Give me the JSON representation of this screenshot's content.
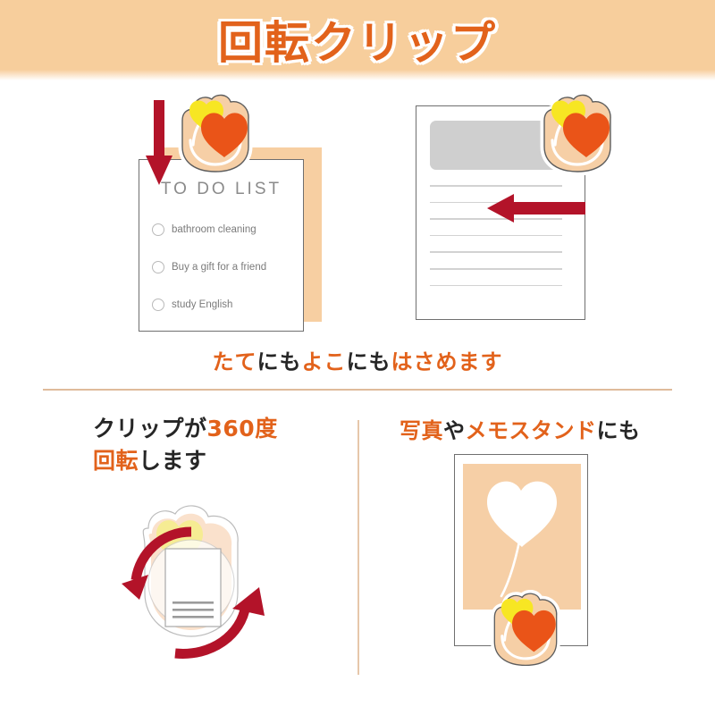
{
  "header": {
    "title": "回転クリップ",
    "bg_color": "#f7ce9c",
    "text_color": "#e2621b"
  },
  "top_section": {
    "todo_card": {
      "title": "TO DO LIST",
      "items": [
        {
          "label": "bathroom cleaning",
          "checked": false
        },
        {
          "label": "Buy a gift for a friend",
          "checked": false
        },
        {
          "label": "study English",
          "checked": false
        }
      ]
    },
    "document_card": {
      "block_label": "",
      "line_count": 7
    },
    "arrows": {
      "down_arrow": "arrow-down",
      "left_arrow": "arrow-left",
      "color": "#b31329"
    }
  },
  "caption_horizontal_vertical": {
    "part1": "たて",
    "part2": "にも",
    "part3": "よこ",
    "part4": "にも",
    "part5": "はさめます"
  },
  "bottom_left": {
    "heading_line1_a": "クリップが",
    "heading_line1_b": "360度",
    "heading_line2_a": "回転",
    "heading_line2_b": "します",
    "rotation_degrees": "360"
  },
  "bottom_right": {
    "heading_a": "写真",
    "heading_b": "や",
    "heading_c": "メモスタンド",
    "heading_d": "にも"
  },
  "colors": {
    "accent_orange": "#e2621b",
    "peach": "#f7ce9c",
    "dark_text": "#262626",
    "arrow_red": "#b31329",
    "clip_body": "#f6cfa6",
    "heart_yellow": "#f7e623",
    "heart_orange": "#ea5418",
    "divider": "#dfbb9b",
    "gray_block": "#cfcfcf"
  },
  "icons": {
    "clip": "heart-clip-icon",
    "yellow_heart": "yellow-heart-icon",
    "orange_heart": "orange-heart-icon",
    "balloon": "heart-balloon-icon",
    "rotation": "rotation-arrows-icon"
  }
}
